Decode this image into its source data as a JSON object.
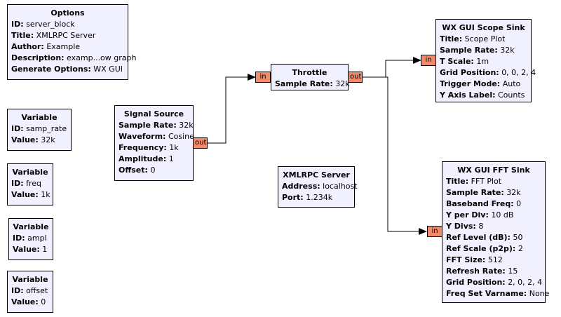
{
  "options": {
    "title": "Options",
    "rows": [
      {
        "k": "ID:",
        "v": "server_block"
      },
      {
        "k": "Title:",
        "v": "XMLRPC Server"
      },
      {
        "k": "Author:",
        "v": "Example"
      },
      {
        "k": "Description:",
        "v": "examp...ow graph"
      },
      {
        "k": "Generate Options:",
        "v": "WX GUI"
      }
    ]
  },
  "var_samp_rate": {
    "title": "Variable",
    "rows": [
      {
        "k": "ID:",
        "v": "samp_rate"
      },
      {
        "k": "Value:",
        "v": "32k"
      }
    ]
  },
  "var_freq": {
    "title": "Variable",
    "rows": [
      {
        "k": "ID:",
        "v": "freq"
      },
      {
        "k": "Value:",
        "v": "1k"
      }
    ]
  },
  "var_ampl": {
    "title": "Variable",
    "rows": [
      {
        "k": "ID:",
        "v": "ampl"
      },
      {
        "k": "Value:",
        "v": "1"
      }
    ]
  },
  "var_offset": {
    "title": "Variable",
    "rows": [
      {
        "k": "ID:",
        "v": "offset"
      },
      {
        "k": "Value:",
        "v": "0"
      }
    ]
  },
  "signal_source": {
    "title": "Signal Source",
    "rows": [
      {
        "k": "Sample Rate:",
        "v": "32k"
      },
      {
        "k": "Waveform:",
        "v": "Cosine"
      },
      {
        "k": "Frequency:",
        "v": "1k"
      },
      {
        "k": "Amplitude:",
        "v": "1"
      },
      {
        "k": "Offset:",
        "v": "0"
      }
    ],
    "out_port": "out"
  },
  "throttle": {
    "title": "Throttle",
    "rows": [
      {
        "k": "Sample Rate:",
        "v": "32k"
      }
    ],
    "in_port": "in",
    "out_port": "out"
  },
  "xmlrpc": {
    "title": "XMLRPC Server",
    "rows": [
      {
        "k": "Address:",
        "v": "localhost"
      },
      {
        "k": "Port:",
        "v": "1.234k"
      }
    ]
  },
  "scope": {
    "title": "WX GUI Scope Sink",
    "rows": [
      {
        "k": "Title:",
        "v": "Scope Plot"
      },
      {
        "k": "Sample Rate:",
        "v": "32k"
      },
      {
        "k": "T Scale:",
        "v": "1m"
      },
      {
        "k": "Grid Position:",
        "v": "0, 0, 2, 4"
      },
      {
        "k": "Trigger Mode:",
        "v": "Auto"
      },
      {
        "k": "Y Axis Label:",
        "v": "Counts"
      }
    ],
    "in_port": "in"
  },
  "fft": {
    "title": "WX GUI FFT Sink",
    "rows": [
      {
        "k": "Title:",
        "v": "FFT Plot"
      },
      {
        "k": "Sample Rate:",
        "v": "32k"
      },
      {
        "k": "Baseband Freq:",
        "v": "0"
      },
      {
        "k": "Y per Div:",
        "v": "10 dB"
      },
      {
        "k": "Y Divs:",
        "v": "8"
      },
      {
        "k": "Ref Level (dB):",
        "v": "50"
      },
      {
        "k": "Ref Scale (p2p):",
        "v": "2"
      },
      {
        "k": "FFT Size:",
        "v": "512"
      },
      {
        "k": "Refresh Rate:",
        "v": "15"
      },
      {
        "k": "Grid Position:",
        "v": "2, 0, 2, 4"
      },
      {
        "k": "Freq Set Varname:",
        "v": "None"
      }
    ],
    "in_port": "in"
  },
  "colors": {
    "block_bg": "#f0f0ff",
    "port_bg": "#f08a6a",
    "wire": "#000000"
  }
}
